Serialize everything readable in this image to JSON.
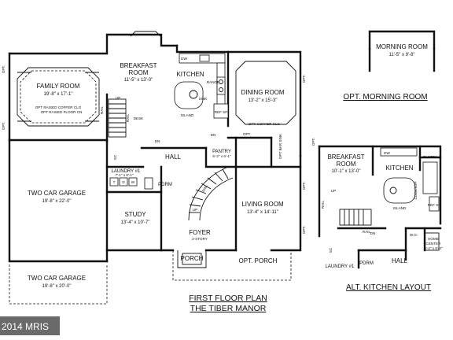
{
  "main_plan": {
    "title_line1": "FIRST FLOOR PLAN",
    "title_line2": "THE TIBER MANOR",
    "rooms": {
      "family_room": {
        "name": "FAMILY ROOM",
        "dim": "19'-8\" x 17'-1\""
      },
      "family_note1": "OPT RAISED COFFER CLG",
      "family_note2": "OPT RAISED FLOOR CN",
      "breakfast": {
        "name1": "BREAKFAST",
        "name2": "ROOM",
        "dim": "11'-5\" x 13'-0\""
      },
      "kitchen": {
        "name": "KITCHEN"
      },
      "island": "ISLAND",
      "sink": "SINK",
      "range": "RANGE",
      "ref": "REF SP",
      "dw": "DW",
      "dining": {
        "name": "DINING ROOM",
        "dim": "13'-2\" x 15'-3\""
      },
      "dining_note": "OPT COFFER CLG",
      "garage": {
        "name": "TWO CAR GARAGE",
        "dim": "19'-8\" x 22'-0\""
      },
      "garage_alt": {
        "name": "TWO CAR GARAGE",
        "dim": "19'-8\" x 20'-0\""
      },
      "laundry": {
        "name": "LAUNDRY #1",
        "dim": "7'-1\" x 6'-1\""
      },
      "pdrm": "PDRM",
      "hall": "HALL",
      "pantry": {
        "name": "PANTRY",
        "dim": "6'-2\" x 6'-1\""
      },
      "study": {
        "name": "STUDY",
        "dim": "13'-4\" x 10'-7\""
      },
      "foyer": {
        "name": "FOYER",
        "dim": "2-STORY"
      },
      "living": {
        "name": "LIVING ROOM",
        "dim": "13'-4\" x 14'-11\""
      },
      "porch": "PORCH",
      "opt_porch": "OPT. PORCH",
      "desk": "DESK",
      "up": "UP",
      "dn": "DN",
      "rail": "RAIL",
      "sc": "SC",
      "opt": "OPT.",
      "opt_bar_sink": "OPT BAR SINK",
      "laundry_marks": [
        "T",
        "D",
        "W"
      ]
    }
  },
  "morning_room": {
    "name": "MORNING ROOM",
    "dim": "11'-5\" x 9'-8\"",
    "title": "OPT. MORNING ROOM"
  },
  "alt_kitchen": {
    "title": "ALT. KITCHEN LAYOUT",
    "breakfast1": "BREAKFAST",
    "breakfast2": "ROOM",
    "breakfast_dim": "10'-1\" x 13'-0\"",
    "kitchen": "KITCHEN",
    "pantry": "PANTRY",
    "island": "ISLAND",
    "cooktop": "COOKTOP",
    "ref": "REF SP",
    "dw": "DW",
    "wo": "W.O.",
    "home_center1": "HOME",
    "home_center2": "CENTER",
    "home_center_dim": "6'-2\" x 6'-4\"",
    "hall": "HALL",
    "pdrm": "PDRM",
    "laundry": "LAUNDRY #1",
    "up": "UP",
    "dn": "DN",
    "rail": "RAIL",
    "sc": "SC",
    "opt": "OPT."
  },
  "watermark": "2014 MRIS"
}
